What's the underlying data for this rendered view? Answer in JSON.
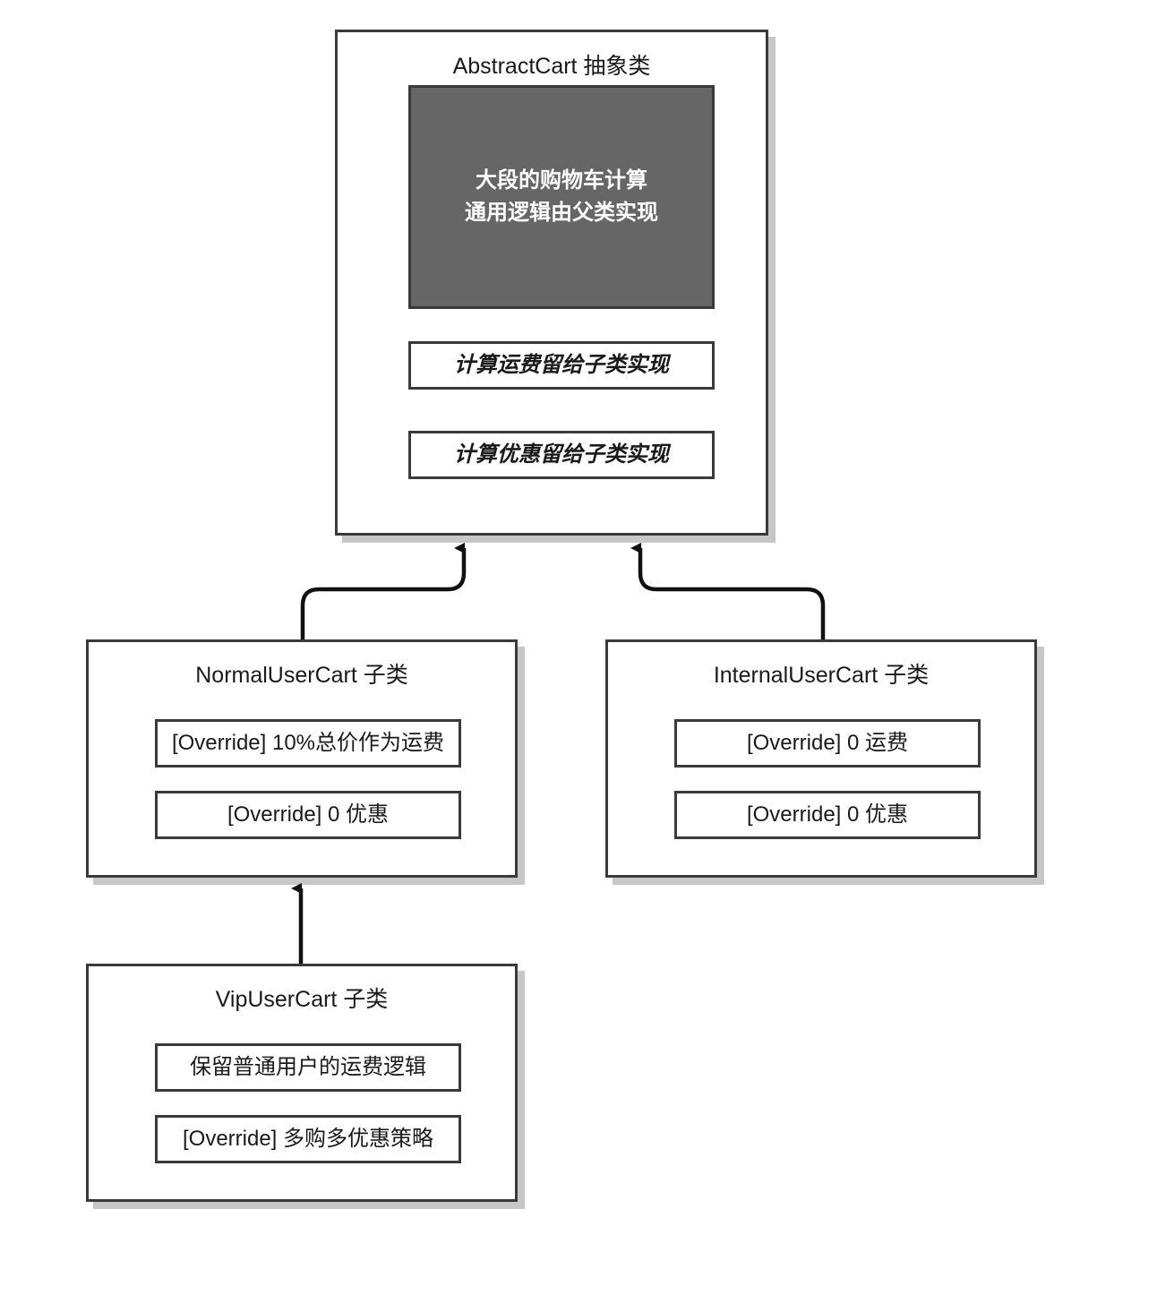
{
  "diagram": {
    "type": "uml-class-inheritance",
    "background_color": "#ffffff",
    "border_color": "#3a3a3a",
    "impl_block_color": "#666666",
    "classes": {
      "abstract_cart": {
        "title": "AbstractCart 抽象类",
        "impl_block": {
          "line1": "大段的购物车计算",
          "line2": "通用逻辑由父类实现"
        },
        "members": [
          "计算运费留给子类实现",
          "计算优惠留给子类实现"
        ]
      },
      "normal_user_cart": {
        "title": "NormalUserCart 子类",
        "members": [
          "[Override] 10%总价作为运费",
          "[Override] 0 优惠"
        ]
      },
      "internal_user_cart": {
        "title": "InternalUserCart 子类",
        "members": [
          "[Override] 0 运费",
          "[Override] 0 优惠"
        ]
      },
      "vip_user_cart": {
        "title": "VipUserCart 子类",
        "members": [
          "保留普通用户的运费逻辑",
          "[Override] 多购多优惠策略"
        ]
      }
    },
    "relations": [
      {
        "from": "normal_user_cart",
        "to": "abstract_cart",
        "kind": "inheritance-arrow"
      },
      {
        "from": "internal_user_cart",
        "to": "abstract_cart",
        "kind": "inheritance-arrow"
      },
      {
        "from": "vip_user_cart",
        "to": "normal_user_cart",
        "kind": "inheritance-arrow"
      }
    ]
  }
}
